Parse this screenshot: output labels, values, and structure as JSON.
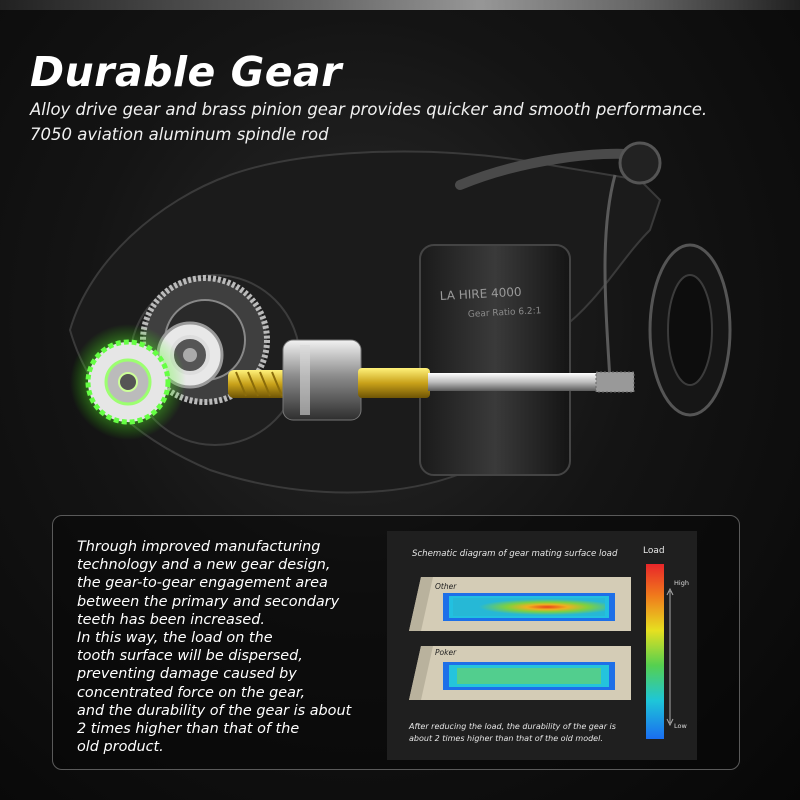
{
  "header": {
    "title": "Durable Gear",
    "subtitle_line1": "Alloy drive gear and brass pinion gear provides quicker and smooth performance.",
    "subtitle_line2": "7050 aviation aluminum spindle rod"
  },
  "reel": {
    "model_text": "LA HIRE 4000",
    "ratio_text": "Gear Ratio 6.2:1"
  },
  "description": {
    "lines": [
      "Through improved manufacturing",
      "technology and a new gear design,",
      "the gear-to-gear engagement area",
      "between the primary and secondary",
      "teeth has been increased.",
      "In this way, the load on the",
      "tooth surface will be dispersed,",
      "preventing damage caused by",
      "concentrated force on the gear,",
      "and the durability of the gear is about",
      "2 times higher than that of the",
      "old product."
    ]
  },
  "diagram": {
    "title": "Schematic diagram of gear mating surface load",
    "legend_title": "Load",
    "legend_high": "High",
    "legend_low": "Low",
    "panel_top_label": "Other",
    "panel_bottom_label": "Poker",
    "footnote_line1": "After reducing the load, the durability of the gear is",
    "footnote_line2": "about 2 times higher than that of the old model."
  }
}
